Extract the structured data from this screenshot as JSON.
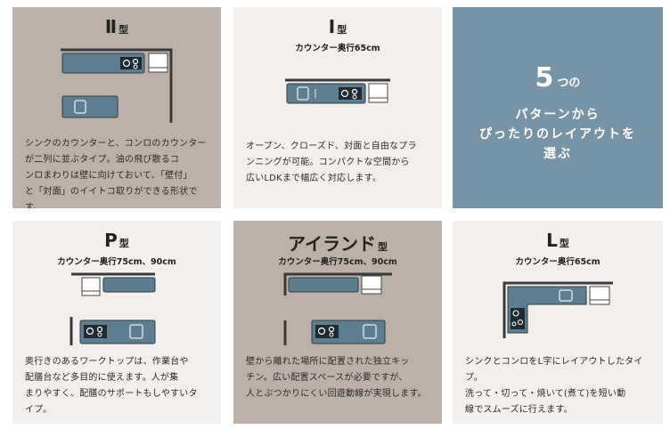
{
  "cards": [
    {
      "title_main": "Ⅱ",
      "title_suffix": "型",
      "desc_lines": [
        "シンクのカウンターと、コンロのカウンター",
        "が二列に並ぶタイプ。油の飛び散るコ",
        "ンロまわりは壁に向けておいて、「壁付」",
        "と「対面」のイイトコ取りができる形状です。"
      ]
    },
    {
      "title_main": "I",
      "title_suffix": "型",
      "subtitle": "カウンター奥行65cm",
      "desc_lines": [
        "オープン、クローズド、対面と自由なプラ",
        "ンニングが可能。コンパクトな空間から",
        "広いLDKまで幅広く対応します。"
      ]
    },
    {
      "hero_number": "5",
      "hero_suffix": "つの",
      "hero_lines": [
        "パターンから",
        "ぴったりのレイアウトを",
        "選ぶ"
      ]
    },
    {
      "title_main": "P",
      "title_suffix": "型",
      "subtitle": "カウンター奥行75cm、90cm",
      "desc_lines": [
        "奥行きのあるワークトップは、作業台や",
        "配膳台など多目的に使えます。人が集",
        "まりやすく、配膳のサポートもしやすいタ",
        "イプ。"
      ]
    },
    {
      "title_main": "アイランド",
      "title_suffix": "型",
      "subtitle": "カウンター奥行75cm、90cm",
      "desc_lines": [
        "壁から離れた場所に配置された独立キッ",
        "チン。広い配置スペースが必要ですが、",
        "人とぶつかりにくい回遊動線が実現します。"
      ]
    },
    {
      "title_main": "L",
      "title_suffix": "型",
      "subtitle": "カウンター奥行65cm",
      "desc_lines": [
        "シンクとコンロをL字にレイアウトしたタイプ。",
        "洗って・切って・焼いて(煮て)を短い動",
        "線でスムーズに行えます。"
      ]
    }
  ],
  "colors": {
    "taupe": "#bcb0a8",
    "cream": "#f2efed",
    "slate_blue": "#7794a7",
    "counter_blue": "#5e7d8f",
    "wall_dark": "#3a3a3a"
  }
}
